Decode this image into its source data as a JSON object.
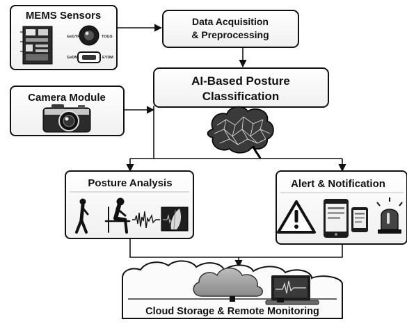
{
  "nodes": {
    "mems": {
      "title": "MEMS Sensors",
      "sensor_codes": [
        "GxGYR",
        "TOGS",
        "GxDM",
        "EYDM"
      ]
    },
    "acq": {
      "line1": "Data Acquisition",
      "line2": "& Preprocessing"
    },
    "ai": {
      "line1": "AI-Based Posture",
      "line2": "Classification"
    },
    "camera": {
      "title": "Camera Module"
    },
    "posture": {
      "title": "Posture Analysis"
    },
    "alert": {
      "title": "Alert & Notification"
    },
    "cloud": {
      "title": "Cloud Storage & Remote Monitoring"
    }
  },
  "icons": [
    "sensor-board-icon",
    "gyroscope-icon",
    "accelerometer-icon",
    "camera-icon",
    "brain-icon",
    "walking-person-icon",
    "seated-person-icon",
    "signal-wave-icon",
    "posture-xray-icon",
    "warning-icon",
    "smartphone-icon",
    "tablet-icon",
    "alarm-light-icon",
    "cloud-icon",
    "laptop-icon"
  ]
}
